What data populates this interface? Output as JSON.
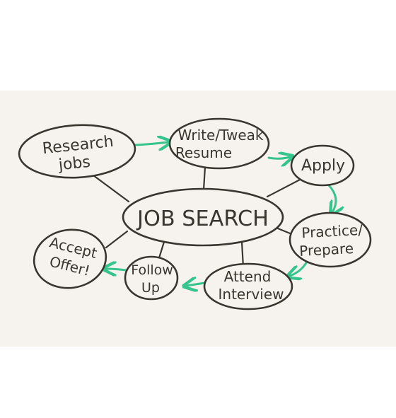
{
  "center": {
    "label": "JOB SEARCH"
  },
  "nodes": [
    {
      "id": "research",
      "lines": [
        "Research",
        "jobs"
      ]
    },
    {
      "id": "write",
      "lines": [
        "Write/Tweak",
        "Resume"
      ]
    },
    {
      "id": "apply",
      "lines": [
        "Apply"
      ]
    },
    {
      "id": "practice",
      "lines": [
        "Practice/",
        "Prepare"
      ]
    },
    {
      "id": "attend",
      "lines": [
        "Attend",
        "Interview"
      ]
    },
    {
      "id": "follow",
      "lines": [
        "Follow",
        "Up"
      ]
    },
    {
      "id": "accept",
      "lines": [
        "Accept",
        "Offer!"
      ]
    }
  ],
  "colors": {
    "ink": "#3b352f",
    "arrow": "#35c58c",
    "board": "#f6f3ee",
    "background": "#ffffff"
  }
}
